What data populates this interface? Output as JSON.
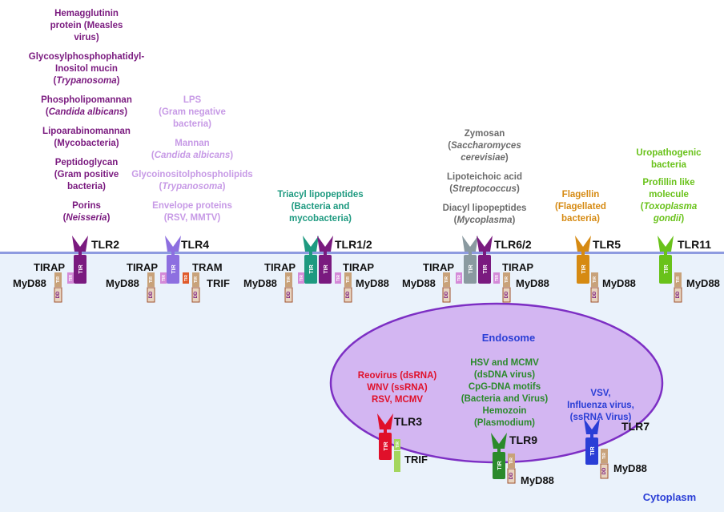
{
  "colors": {
    "tlr2_ligand": "#7a1a7f",
    "tlr4_ligand": "#c79ae6",
    "tlr1_ligand": "#1e9a80",
    "tlr6_ligand": "#6b6b6b",
    "tlr5_ligand": "#d68a12",
    "tlr11_ligand": "#69c21a",
    "tlr3_ligand": "#e0102a",
    "tlr9_ligand": "#2b8a2b",
    "tlr7_ligand": "#2a3ed6",
    "endosome_fill": "#d3b6f2",
    "endosome_border": "#7d2fc4",
    "cytoplasm": "#eaf2fb"
  },
  "ligands": {
    "tlr2": [
      {
        "lines": [
          "Hemagglutinin",
          "protein (Measles",
          "virus)"
        ]
      },
      {
        "lines": [
          "Glycosylphosphophatidyl-",
          "Inositol mucin"
        ],
        "italic_line": "Trypanosoma"
      },
      {
        "lines": [
          "Phospholipomannan"
        ],
        "italic_line": "Candida albicans"
      },
      {
        "lines": [
          "Lipoarabinomannan",
          "(Mycobacteria)"
        ]
      },
      {
        "lines": [
          "Peptidoglycan",
          "(Gram positive",
          "bacteria)"
        ]
      },
      {
        "lines": [
          "Porins"
        ],
        "italic_line": "Neisseria"
      }
    ],
    "tlr4": [
      {
        "lines": [
          "LPS",
          "(Gram negative",
          "bacteria)"
        ]
      },
      {
        "lines": [
          "Mannan"
        ],
        "italic_line": "Candida albicans"
      },
      {
        "lines": [
          "Glycoinositolphospholipids"
        ],
        "italic_line": "Trypanosoma"
      },
      {
        "lines": [
          "Envelope proteins",
          "(RSV, MMTV)"
        ]
      }
    ],
    "tlr1": [
      {
        "lines": [
          "Triacyl lipopeptides",
          "(Bacteria and",
          "mycobacteria)"
        ]
      }
    ],
    "tlr6": [
      {
        "lines": [
          "Zymosan"
        ],
        "italic_lines": [
          "Saccharomyces",
          "cerevisiae"
        ]
      },
      {
        "lines": [
          "Lipoteichoic acid"
        ],
        "italic_line": "Streptococcus"
      },
      {
        "lines": [
          "Diacyl lipopeptides"
        ],
        "italic_line": "Mycoplasma"
      }
    ],
    "tlr5": [
      {
        "lines": [
          "Flagellin",
          "(Flagellated",
          "bacteria)"
        ]
      }
    ],
    "tlr11": [
      {
        "lines": [
          "Uropathogenic",
          "bacteria"
        ]
      },
      {
        "lines": [
          "Profillin like",
          "molecule"
        ],
        "italic_lines": [
          "Toxoplasma",
          "gondii"
        ]
      }
    ],
    "tlr3": [
      {
        "lines": [
          "Reovirus (dsRNA)",
          "WNV (ssRNA)",
          "RSV, MCMV"
        ]
      }
    ],
    "tlr9": [
      {
        "lines": [
          "HSV and MCMV",
          "(dsDNA virus)",
          "CpG-DNA motifs",
          "(Bacteria and Virus)",
          "Hemozoin",
          "(Plasmodium)"
        ]
      }
    ],
    "tlr7": [
      {
        "lines": [
          "VSV,",
          "Influenza virus,",
          "(ssRNA Virus)"
        ]
      }
    ]
  },
  "receptors": {
    "tlr2": "TLR2",
    "tlr4": "TLR4",
    "tlr12": "TLR1/2",
    "tlr62": "TLR6/2",
    "tlr5": "TLR5",
    "tlr11": "TLR11",
    "tlr3": "TLR3",
    "tlr9": "TLR9",
    "tlr7": "TLR7"
  },
  "adaptors": {
    "tirap": "TIRAP",
    "myd88": "MyD88",
    "tram": "TRAM",
    "trif": "TRIF"
  },
  "domains": {
    "tir": "TIR",
    "dd": "DD"
  },
  "compartments": {
    "endosome": "Endosome",
    "cytoplasm": "Cytoplasm"
  }
}
